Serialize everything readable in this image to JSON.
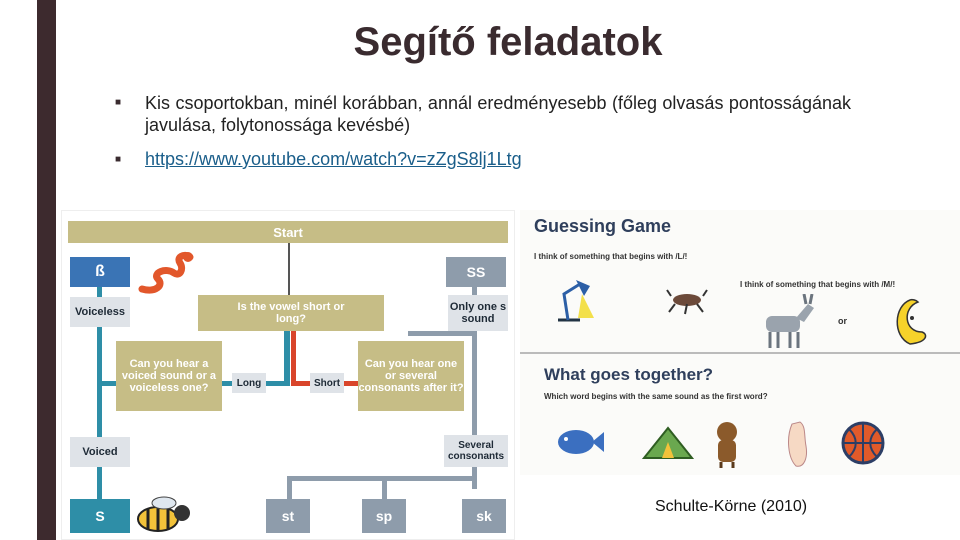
{
  "slide": {
    "title": "Segítő feladatok",
    "bullets": [
      {
        "marker": "■",
        "text": "Kis csoportokban, minél korábban, annál eredményesebb (főleg olvasás pontosságának javulása, folytonossága kevésbé)"
      },
      {
        "marker": "■",
        "text": "https://www.youtube.com/watch?v=zZgS8lj1Ltg"
      }
    ],
    "credit": "Schulte-Körne (2010)"
  },
  "flowchart": {
    "start": "Start",
    "eszett": "ß",
    "ss": "SS",
    "voiceless": "Voiceless",
    "question_vowel": "Is the vowel short or long?",
    "only_one": "Only one s sound",
    "q_voiced": "Can you hear a voiced sound or a voiceless one?",
    "long": "Long",
    "short": "Short",
    "q_several": "Can you hear one or several consonants after it?",
    "voiced": "Voiced",
    "several": "Several consonants",
    "s": "S",
    "st": "st",
    "sp": "sp",
    "sk": "sk"
  },
  "guessing_game": {
    "title": "Guessing Game",
    "line1": "I think of something that begins with /L/!",
    "line2": "I think of something that begins with /M/!",
    "or": "or",
    "title2": "What goes together?",
    "line3": "Which word begins with the same sound as the first word?"
  },
  "colors": {
    "olive": "#c6bd86",
    "teal": "#2e8ea7",
    "blue": "#3a74b5",
    "dark_sidebar": "#3d2a2e",
    "red_line": "#d9452b"
  }
}
